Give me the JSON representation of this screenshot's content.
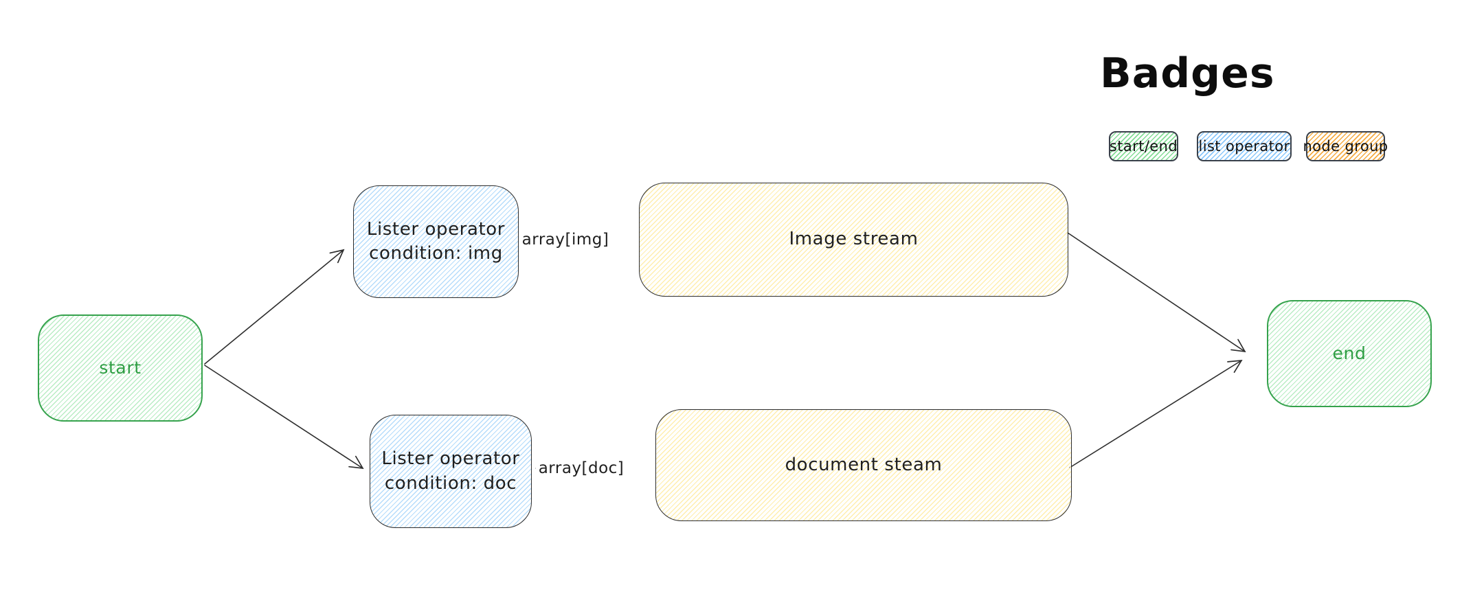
{
  "diagram": {
    "background": "#ffffff",
    "stroke_color": "#2e2e2e",
    "colors": {
      "start_end_stroke": "#2f9e44",
      "start_end_hachure": "#b9ecc4",
      "list_operator_hachure": "#b6dcfb",
      "node_group_hachure": "#ffeeae",
      "badge_green_hachure": "#84dd96",
      "badge_blue_hachure": "#8ac7fb",
      "badge_orange_hachure": "#f5ab42",
      "dark_stroke": "#2b2b2b"
    },
    "nodes": [
      {
        "id": "start",
        "kind": "start-end",
        "label": "start"
      },
      {
        "id": "lister-img",
        "kind": "list-operator",
        "lines": [
          "Lister operator",
          "condition:  img"
        ]
      },
      {
        "id": "image-stream",
        "kind": "node-group",
        "label": "Image stream"
      },
      {
        "id": "lister-doc",
        "kind": "list-operator",
        "lines": [
          "Lister operator",
          "condition:  doc"
        ]
      },
      {
        "id": "document-steam",
        "kind": "node-group",
        "label": "document steam"
      },
      {
        "id": "end",
        "kind": "start-end",
        "label": "end"
      }
    ],
    "edges": [
      {
        "from": "start",
        "to": "lister-img"
      },
      {
        "from": "start",
        "to": "lister-doc"
      },
      {
        "from": "lister-img",
        "to": "image-stream",
        "label": "array[img]"
      },
      {
        "from": "lister-doc",
        "to": "document-steam",
        "label": "array[doc]"
      },
      {
        "from": "image-stream",
        "to": "end"
      },
      {
        "from": "document-steam",
        "to": "end"
      }
    ]
  },
  "legend": {
    "title": "Badges",
    "badges": [
      {
        "id": "start-end",
        "label": "start/end"
      },
      {
        "id": "list-operator",
        "label": "list operator"
      },
      {
        "id": "node-group",
        "label": "node group"
      }
    ]
  }
}
